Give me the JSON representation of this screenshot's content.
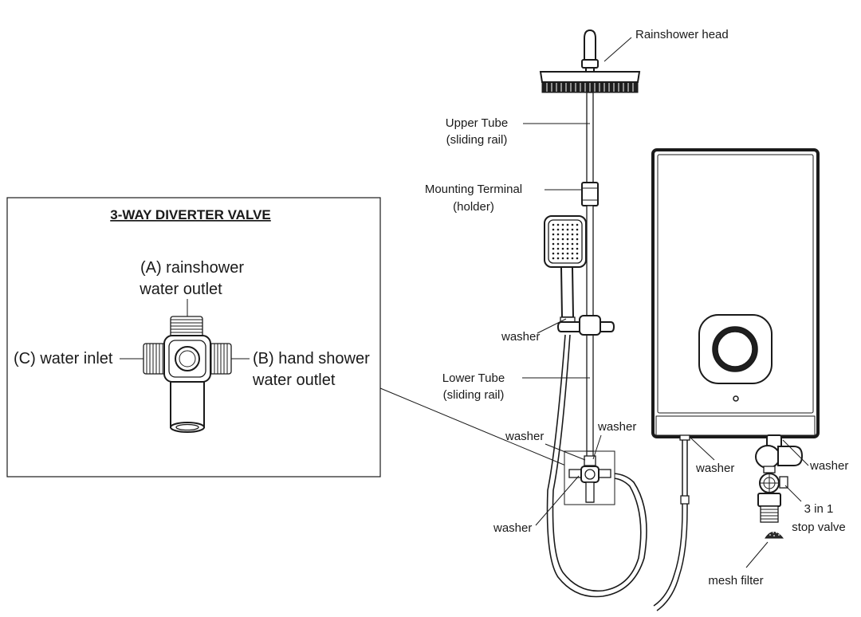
{
  "inset": {
    "title": "3-WAY DIVERTER VALVE",
    "outlet_a_line1": "(A) rainshower",
    "outlet_a_line2": "water outlet",
    "outlet_b_line1": "(B) hand shower",
    "outlet_b_line2": "water outlet",
    "inlet_c": "(C) water inlet"
  },
  "labels": {
    "rainshower_head": "Rainshower head",
    "upper_tube_line1": "Upper Tube",
    "upper_tube_line2": "(sliding rail)",
    "mounting_terminal_line1": "Mounting Terminal",
    "mounting_terminal_line2": "(holder)",
    "washer_handshower": "washer",
    "lower_tube_line1": "Lower Tube",
    "lower_tube_line2": "(sliding rail)",
    "washer_valve_left": "washer",
    "washer_valve_top": "washer",
    "washer_valve_bottom": "washer",
    "washer_heater_outlet": "washer",
    "washer_heater_inlet": "washer",
    "stop_valve_line1": "3 in 1",
    "stop_valve_line2": "stop valve",
    "mesh_filter": "mesh filter"
  }
}
